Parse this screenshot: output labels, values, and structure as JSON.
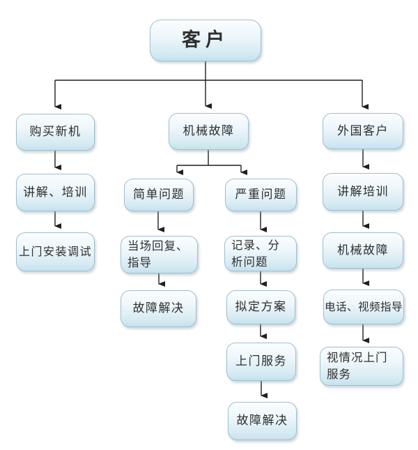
{
  "diagram": {
    "type": "flowchart",
    "root_label": "客户",
    "colors": {
      "node_fill_top": "#fbfdfe",
      "node_fill_bottom": "#c6e2ee",
      "node_border": "#9dbfcd",
      "connector": "#1f1f1f",
      "text": "#2e2e2e",
      "background": "#ffffff"
    }
  },
  "nodes": [
    {
      "id": "customer",
      "label": "客户"
    },
    {
      "id": "buy-new-machine",
      "label": "购买新机"
    },
    {
      "id": "mechanical-failure",
      "label": "机械故障"
    },
    {
      "id": "foreign-customer",
      "label": "外国客户"
    },
    {
      "id": "explain-training",
      "label": "讲解、培训"
    },
    {
      "id": "simple-problem",
      "label": "简单问题"
    },
    {
      "id": "serious-problem",
      "label": "严重问题"
    },
    {
      "id": "explain-training-foreign",
      "label": "讲解培训"
    },
    {
      "id": "onsite-install-debug",
      "label": "上门安装调试"
    },
    {
      "id": "onsite-reply-guide",
      "label": "当场回复、指导"
    },
    {
      "id": "record-analyze-problem",
      "label": "记录、分析问题"
    },
    {
      "id": "mechanical-failure-foreign",
      "label": "机械故障"
    },
    {
      "id": "fault-solved-simple",
      "label": "故障解决"
    },
    {
      "id": "draft-plan",
      "label": "拟定方案"
    },
    {
      "id": "phone-video-guide",
      "label": "电话、视频指导"
    },
    {
      "id": "onsite-service",
      "label": "上门服务"
    },
    {
      "id": "situational-onsite-service",
      "label": "视情况上门服务"
    },
    {
      "id": "fault-solved-serious",
      "label": "故障解决"
    }
  ],
  "edges": [
    {
      "from": "customer",
      "to": "buy-new-machine"
    },
    {
      "from": "customer",
      "to": "mechanical-failure"
    },
    {
      "from": "customer",
      "to": "foreign-customer"
    },
    {
      "from": "buy-new-machine",
      "to": "explain-training"
    },
    {
      "from": "explain-training",
      "to": "onsite-install-debug"
    },
    {
      "from": "mechanical-failure",
      "to": "simple-problem"
    },
    {
      "from": "mechanical-failure",
      "to": "serious-problem"
    },
    {
      "from": "simple-problem",
      "to": "onsite-reply-guide"
    },
    {
      "from": "onsite-reply-guide",
      "to": "fault-solved-simple"
    },
    {
      "from": "serious-problem",
      "to": "record-analyze-problem"
    },
    {
      "from": "record-analyze-problem",
      "to": "draft-plan"
    },
    {
      "from": "draft-plan",
      "to": "onsite-service"
    },
    {
      "from": "onsite-service",
      "to": "fault-solved-serious"
    },
    {
      "from": "foreign-customer",
      "to": "explain-training-foreign"
    },
    {
      "from": "explain-training-foreign",
      "to": "mechanical-failure-foreign"
    },
    {
      "from": "mechanical-failure-foreign",
      "to": "phone-video-guide"
    },
    {
      "from": "phone-video-guide",
      "to": "situational-onsite-service"
    }
  ]
}
